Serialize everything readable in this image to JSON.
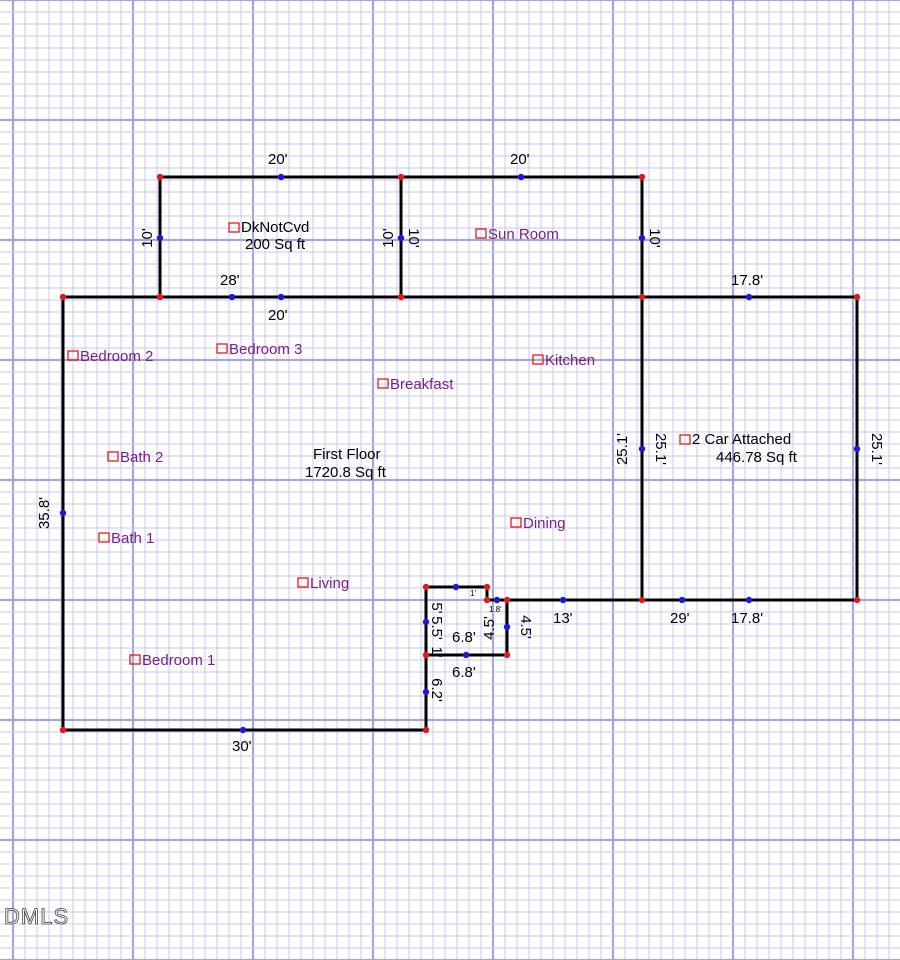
{
  "watermark": "DMLS",
  "colors": {
    "wall": "#000000",
    "vertex": "#e01a1a",
    "midpoint": "#1a1ad6",
    "room_label": "#7a1f86",
    "room_icon": "#e01a1a",
    "grid_minor": "#c9c9ee",
    "grid_major": "#a6a6d6"
  },
  "areas": [
    {
      "id": "first-floor",
      "name": "First Floor",
      "size": "1720.8 Sq ft"
    },
    {
      "id": "deck",
      "name": "DkNotCvd",
      "size": "200 Sq ft"
    },
    {
      "id": "garage",
      "name": "2 Car Attached",
      "size": "446.78 Sq ft"
    }
  ],
  "rooms": [
    "Sun Room",
    "Bedroom 2",
    "Bedroom 3",
    "Kitchen",
    "Breakfast",
    "Bath 2",
    "Dining",
    "Bath 1",
    "Living",
    "Bedroom 1"
  ],
  "dimensions": {
    "deck_top": "20'",
    "sun_top": "20'",
    "deck_left": "10'",
    "deck_right_a": "10'",
    "deck_right_b": "10'",
    "sun_right": "10'",
    "main_top_a": "28'",
    "main_top_b": "20'",
    "garage_top": "17.8'",
    "main_left": "35.8'",
    "garage_left_a": "25.1'",
    "garage_left_b": "25.1'",
    "garage_right": "25.1'",
    "main_bottom": "30'",
    "bottom_13": "13'",
    "bottom_29": "29'",
    "garage_bottom": "17.8'",
    "nook_5": "5'",
    "nook_1": "1'",
    "nook_18": "1.8'",
    "nook_45a": "4.5'",
    "nook_45b": "4.5'",
    "nook_55": "5.5'",
    "nook_68a": "6.8'",
    "nook_68b": "6.8'",
    "nook_1b": "1'",
    "nook_62": "6.2'"
  }
}
